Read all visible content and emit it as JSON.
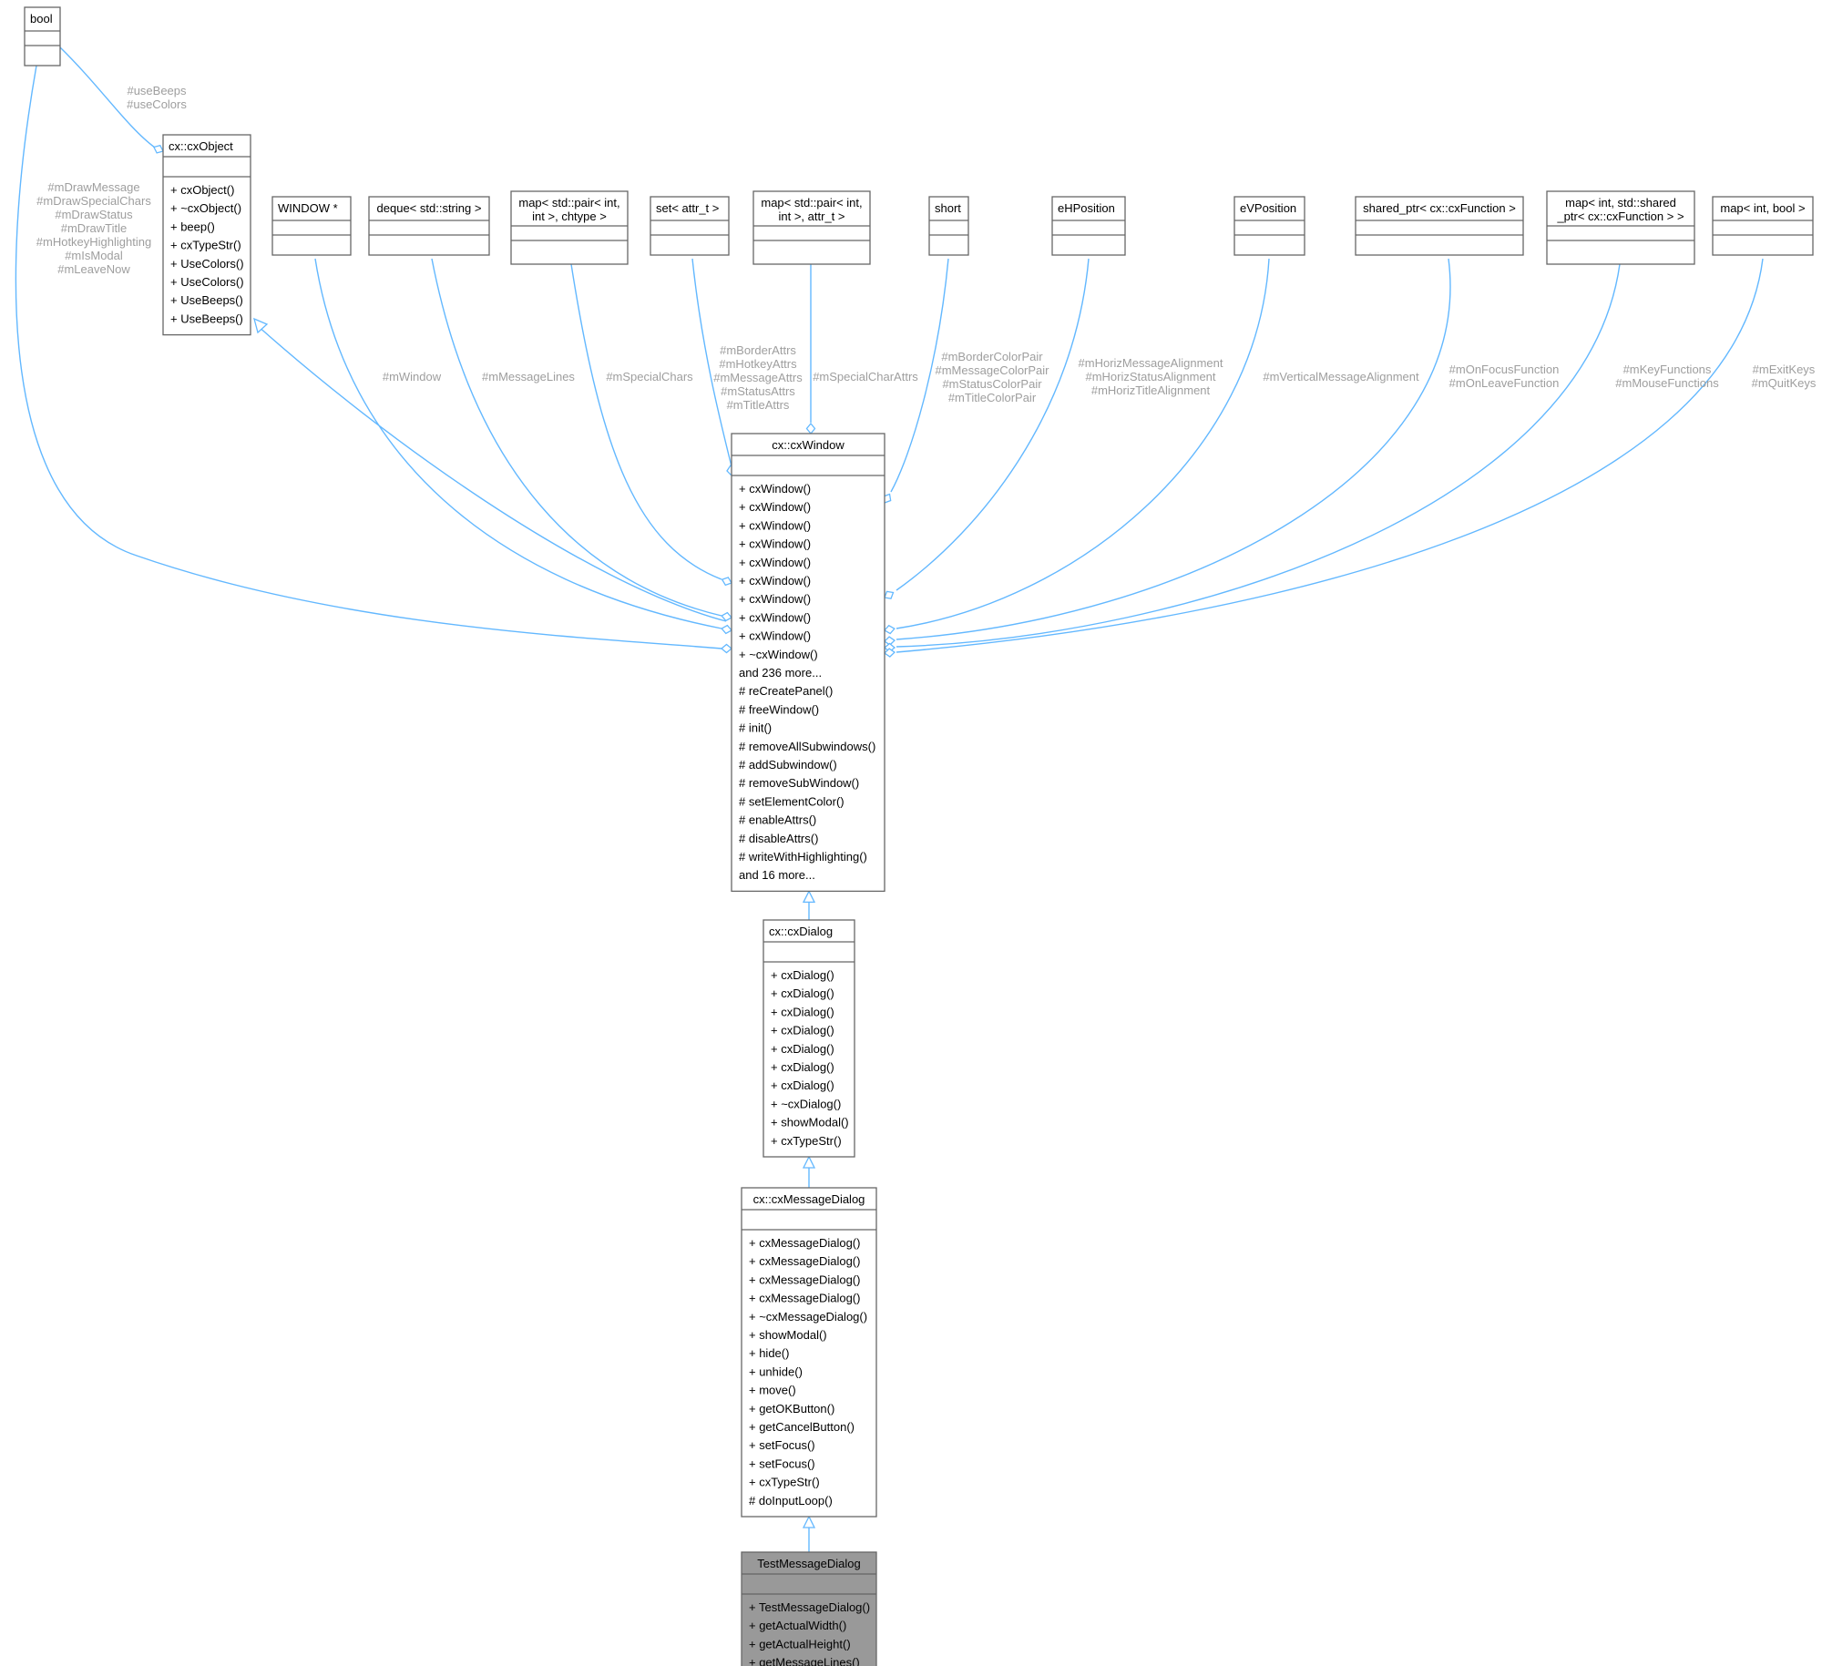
{
  "diagram": {
    "nodes": [
      {
        "id": "bool",
        "title": [
          "bool"
        ],
        "members": [],
        "footer": []
      },
      {
        "id": "cxObject",
        "title": [
          "cx::cxObject"
        ],
        "members": [
          "+ cxObject()",
          "+ ~cxObject()",
          "+ beep()",
          "+ cxTypeStr()",
          "+ UseColors()",
          "+ UseColors()",
          "+ UseBeeps()",
          "+ UseBeeps()"
        ],
        "footer": []
      },
      {
        "id": "window_ptr",
        "title": [
          "WINDOW *"
        ],
        "members": [],
        "footer": []
      },
      {
        "id": "deque",
        "title": [
          "deque< std::string >"
        ],
        "members": [],
        "footer": []
      },
      {
        "id": "map_chtype",
        "title": [
          "map< std::pair< int,",
          "int >, chtype >"
        ],
        "members": [],
        "footer": []
      },
      {
        "id": "set_attr",
        "title": [
          "set< attr_t >"
        ],
        "members": [],
        "footer": []
      },
      {
        "id": "map_attr",
        "title": [
          "map< std::pair< int,",
          "int >, attr_t >"
        ],
        "members": [],
        "footer": []
      },
      {
        "id": "short",
        "title": [
          "short"
        ],
        "members": [],
        "footer": []
      },
      {
        "id": "eHPosition",
        "title": [
          "eHPosition"
        ],
        "members": [],
        "footer": []
      },
      {
        "id": "eVPosition",
        "title": [
          "eVPosition"
        ],
        "members": [],
        "footer": []
      },
      {
        "id": "shared_ptr",
        "title": [
          "shared_ptr< cx::cxFunction >"
        ],
        "members": [],
        "footer": []
      },
      {
        "id": "map_func",
        "title": [
          "map< int, std::shared",
          "_ptr< cx::cxFunction > >"
        ],
        "members": [],
        "footer": []
      },
      {
        "id": "map_bool",
        "title": [
          "map< int, bool >"
        ],
        "members": [],
        "footer": []
      },
      {
        "id": "cxWindow",
        "title": [
          "cx::cxWindow"
        ],
        "members": [
          "+ cxWindow()",
          "+ cxWindow()",
          "+ cxWindow()",
          "+ cxWindow()",
          "+ cxWindow()",
          "+ cxWindow()",
          "+ cxWindow()",
          "+ cxWindow()",
          "+ cxWindow()",
          "+ ~cxWindow()",
          "and 236 more...",
          "# reCreatePanel()",
          "# freeWindow()",
          "# init()",
          "# removeAllSubwindows()",
          "# addSubwindow()",
          "# removeSubWindow()",
          "# setElementColor()",
          "# enableAttrs()",
          "# disableAttrs()",
          "# writeWithHighlighting()",
          "and 16 more..."
        ],
        "footer": []
      },
      {
        "id": "cxDialog",
        "title": [
          "cx::cxDialog"
        ],
        "members": [
          "+ cxDialog()",
          "+ cxDialog()",
          "+ cxDialog()",
          "+ cxDialog()",
          "+ cxDialog()",
          "+ cxDialog()",
          "+ cxDialog()",
          "+ ~cxDialog()",
          "+ showModal()",
          "+ cxTypeStr()"
        ],
        "footer": []
      },
      {
        "id": "cxMessageDialog",
        "title": [
          "cx::cxMessageDialog"
        ],
        "members": [
          "+ cxMessageDialog()",
          "+ cxMessageDialog()",
          "+ cxMessageDialog()",
          "+ cxMessageDialog()",
          "+ ~cxMessageDialog()",
          "+ showModal()",
          "+ hide()",
          "+ unhide()",
          "+ move()",
          "+ getOKButton()",
          "+ getCancelButton()",
          "+ setFocus()",
          "+ setFocus()",
          "+ cxTypeStr()",
          "# doInputLoop()"
        ],
        "footer": []
      },
      {
        "id": "TestMessageDialog",
        "title": [
          "TestMessageDialog"
        ],
        "members": [
          "+ TestMessageDialog()",
          "+ getActualWidth()",
          "+ getActualHeight()",
          "+ getMessageLines()"
        ],
        "footer": []
      }
    ],
    "edge_labels": [
      {
        "id": "useBeeps",
        "lines": [
          "#useBeeps",
          "#useColors"
        ]
      },
      {
        "id": "boolWin",
        "lines": [
          "#mDrawMessage",
          "#mDrawSpecialChars",
          "#mDrawStatus",
          "#mDrawTitle",
          "#mHotkeyHighlighting",
          "#mIsModal",
          "#mLeaveNow"
        ]
      },
      {
        "id": "mWindow",
        "lines": [
          "#mWindow"
        ]
      },
      {
        "id": "mMessageLines",
        "lines": [
          "#mMessageLines"
        ]
      },
      {
        "id": "mSpecialChars",
        "lines": [
          "#mSpecialChars"
        ]
      },
      {
        "id": "attrs",
        "lines": [
          "#mBorderAttrs",
          "#mHotkeyAttrs",
          "#mMessageAttrs",
          "#mStatusAttrs",
          "#mTitleAttrs"
        ]
      },
      {
        "id": "specialCharAttrs",
        "lines": [
          "#mSpecialCharAttrs"
        ]
      },
      {
        "id": "colorPairs",
        "lines": [
          "#mBorderColorPair",
          "#mMessageColorPair",
          "#mStatusColorPair",
          "#mTitleColorPair"
        ]
      },
      {
        "id": "hAlign",
        "lines": [
          "#mHorizMessageAlignment",
          "#mHorizStatusAlignment",
          "#mHorizTitleAlignment"
        ]
      },
      {
        "id": "vAlign",
        "lines": [
          "#mVerticalMessageAlignment"
        ]
      },
      {
        "id": "focusFuncs",
        "lines": [
          "#mOnFocusFunction",
          "#mOnLeaveFunction"
        ]
      },
      {
        "id": "keyFuncs",
        "lines": [
          "#mKeyFunctions",
          "#mMouseFunctions"
        ]
      },
      {
        "id": "exitKeys",
        "lines": [
          "#mExitKeys",
          "#mQuitKeys"
        ]
      }
    ],
    "colors": {
      "edge": "#63b8ff",
      "border": "#666666",
      "highlight_fill": "#999999"
    }
  }
}
